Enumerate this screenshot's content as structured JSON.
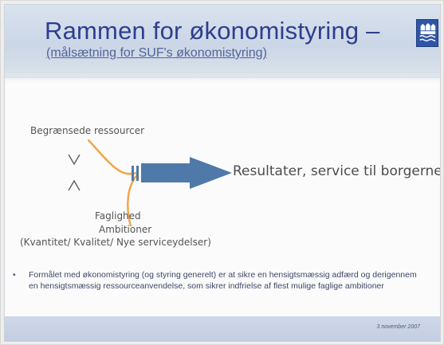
{
  "slide": {
    "title": "Rammen for økonomistyring –",
    "subtitle": "(målsætning for SUF's økonomistyring)",
    "top_label": "Begrænsede ressourcer",
    "result_label": "Resultater, service til borgerne",
    "bottom_labels": [
      "Faglighed",
      "Ambitioner",
      "(Kvantitet/ Kvalitet/ Nye serviceydelser)"
    ],
    "bullet_text": "Formålet med økonomistyring (og styring generelt) er at sikre en hensigtsmæssig adfærd og derigennem en hensigtsmæssig ressourceanvendelse, som sikrer indfrielse af flest mulige faglige ambitioner",
    "footer_date": "3 november 2007"
  },
  "colors": {
    "title": "#2e3e8f",
    "subtitle": "#51639c",
    "header": "#d2dced",
    "footer": "#c1cde1",
    "orange_arrow": "#f2a548",
    "blue_arrow": "#4f79a9",
    "logo": "#2f56a6"
  },
  "icons": {
    "logo": "city-crest-icon",
    "chevron_up": "chevron-up-icon",
    "chevron_down": "chevron-down-icon",
    "arrow": "flow-arrow-icon"
  }
}
